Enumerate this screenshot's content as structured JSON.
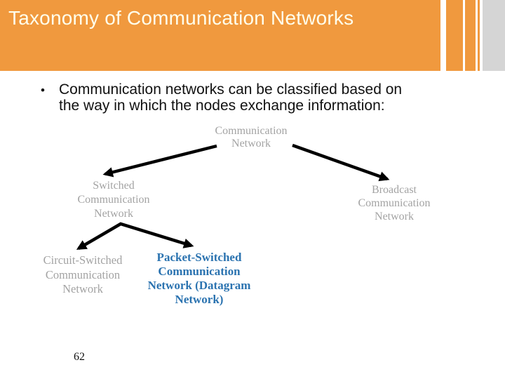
{
  "slide": {
    "title": "Taxonomy of Communication Networks",
    "bullet_glyph": "•",
    "bullet_text": "Communication networks can be classified based on\nthe way in which the nodes exchange information:",
    "page_number": "62"
  },
  "diagram": {
    "nodes": {
      "root": {
        "label": "Communication\nNetwork"
      },
      "switched": {
        "label": "Switched\nCommunication\nNetwork"
      },
      "broadcast": {
        "label": "Broadcast\nCommunication\nNetwork"
      },
      "circuit": {
        "label": "Circuit-Switched\nCommunication\nNetwork"
      },
      "packet": {
        "label": "Packet-Switched\nCommunication\nNetwork (Datagram\nNetwork)"
      }
    }
  },
  "colors": {
    "header_orange": "#F0993E",
    "title_text": "#FFFFEC",
    "gray_bar": "#D5D5D5",
    "body_text": "#111111",
    "node_gray": "#A3A3A3",
    "node_blue": "#2B73B0",
    "arrow_black": "#000000"
  }
}
